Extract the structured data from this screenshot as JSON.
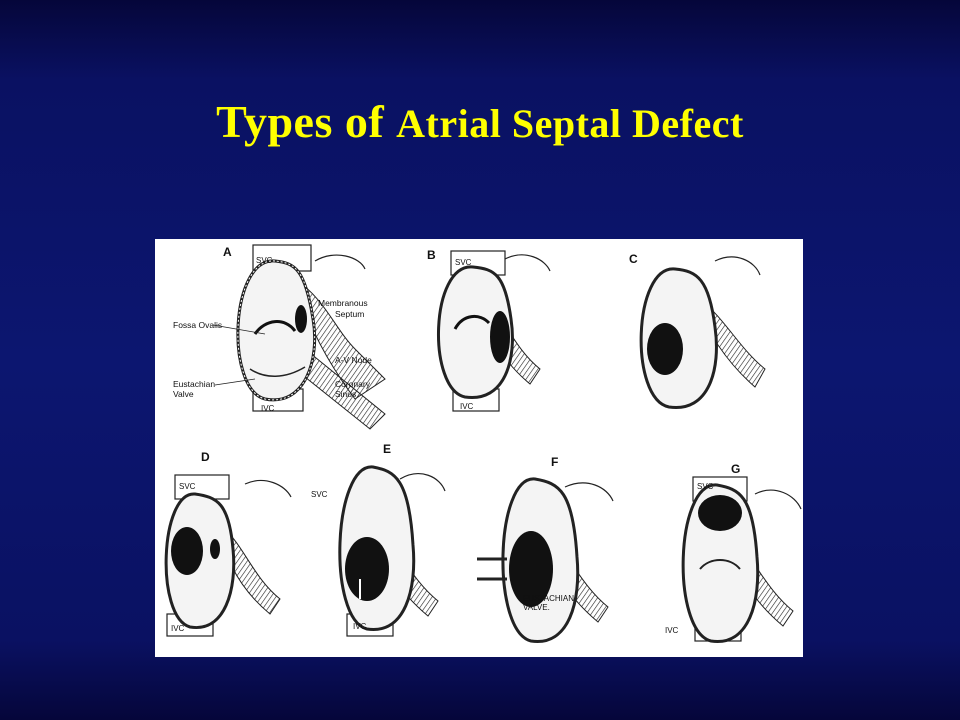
{
  "slide": {
    "title_part1": "Types of",
    "title_part2": "Atrial Septal Defect"
  },
  "figure": {
    "panels": [
      {
        "letter": "A",
        "labels": [
          "SVC",
          "IVC"
        ]
      },
      {
        "letter": "B",
        "labels": [
          "SVC",
          "IVC"
        ]
      },
      {
        "letter": "C",
        "labels": []
      },
      {
        "letter": "D",
        "labels": [
          "SVC",
          "IVC"
        ]
      },
      {
        "letter": "E",
        "labels": [
          "SVC",
          "IVC"
        ]
      },
      {
        "letter": "F",
        "labels": []
      },
      {
        "letter": "G",
        "labels": [
          "SVC",
          "IVC"
        ]
      }
    ],
    "annotations": {
      "fossa_ovalis": "Fossa Ovalis",
      "membranous": "Membranous",
      "septum": "Septum",
      "av_node": "A-V Node",
      "eustachian": "Eustachian",
      "valve": "Valve",
      "coronary": "Coronary",
      "sinus": "Sinus",
      "eustachian_caps": "EUSTACHIAN",
      "valve_caps": "VALVE."
    }
  }
}
